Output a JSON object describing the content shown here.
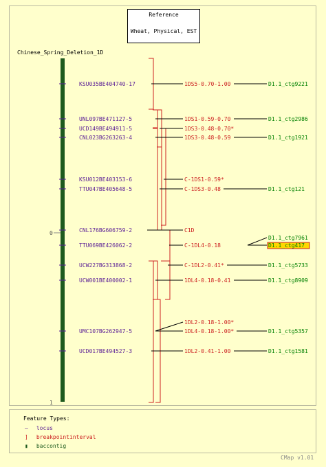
{
  "reference": {
    "title": "Reference",
    "subtitle": "Wheat, Physical, EST"
  },
  "map_name": "Chinese_Spring_Deletion_1D",
  "axis": {
    "start_label": "0",
    "end_label": "1"
  },
  "loci": [
    "KSU035BE404740-17",
    "UNL097BE471127-5",
    "UCD149BE494911-5",
    "CNL023BG263263-4",
    "KSU012BE403153-6",
    "TTU047BE405648-5",
    "CNL176BG606759-2",
    "TTU069BE426062-2",
    "UCW227BG313868-2",
    "UCW001BE400002-1",
    "UMC107BG262947-5",
    "UCD017BE494527-3"
  ],
  "breakpoints": [
    "1DS5-0.70-1.00",
    "1DS1-0.59-0.70",
    "1DS3-0.48-0.70*",
    "1DS3-0.48-0.59",
    "C-1DS1-0.59*",
    "C-1DS3-0.48",
    "C1D",
    "C-1DL4-0.18",
    "C-1DL2-0.41*",
    "1DL4-0.18-0.41",
    "1DL2-0.18-1.00*",
    "1DL4-0.18-1.00*",
    "1DL2-0.41-1.00"
  ],
  "contigs": [
    "D1.1_ctg9221",
    "D1.1_ctg2986",
    "D1.1_ctg1921",
    "D1.1_ctg121",
    "D1.1_ctg7961",
    "D1.1_ctg417",
    "D1.1_ctg5733",
    "D1.1_ctg8909",
    "D1.1_ctg5357",
    "D1.1_ctg1581"
  ],
  "highlight_color": "#ffd700",
  "legend": {
    "title": "Feature Types:",
    "items": [
      {
        "symbol": "—",
        "label": "locus",
        "color": "#5a1e96"
      },
      {
        "symbol": "]",
        "label": "breakpointinterval",
        "color": "#cc2020"
      },
      {
        "symbol": "▮",
        "label": "baccontig",
        "color": "#1e5a1e"
      }
    ]
  },
  "credit": "CMap v1.01"
}
